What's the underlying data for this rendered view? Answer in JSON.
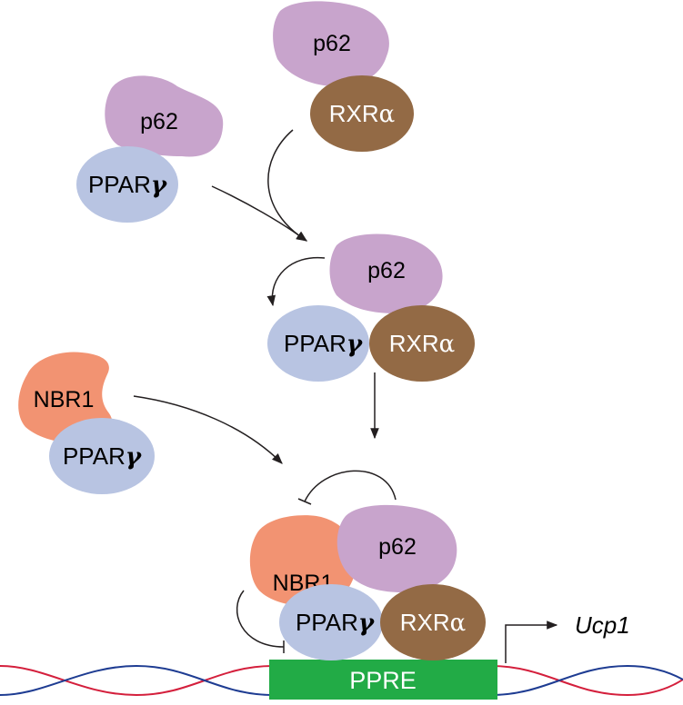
{
  "colors": {
    "p62": "#c8a4cc",
    "pparg": "#b8c4e2",
    "rxra": "#936a45",
    "nbr1": "#f29372",
    "ppre": "#22ab46",
    "dna_red": "#d41f3c",
    "dna_blue": "#1e3c92",
    "arrow": "#231f20"
  },
  "labels": {
    "p62": "p62",
    "ppar": "PPAR",
    "gamma": "γ",
    "rxr": "RXR",
    "alpha": "α",
    "nbr1": "NBR1",
    "ppre": "PPRE",
    "gene": "Ucp1"
  }
}
